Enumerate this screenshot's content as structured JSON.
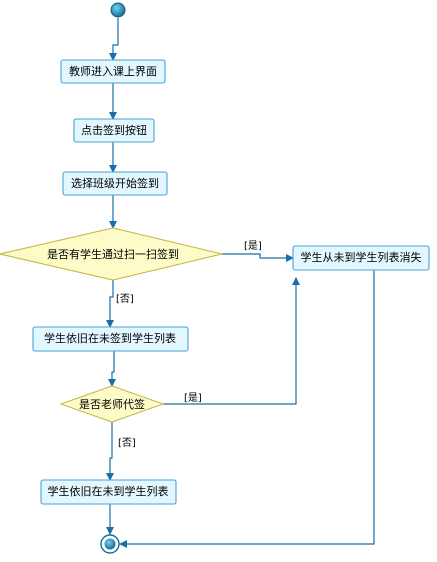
{
  "nodes": {
    "enter": "教师进入课上界面",
    "click": "点击签到按钮",
    "choose": "选择班级开始签到",
    "decision_scan": "是否有学生通过扫一扫签到",
    "remove": "学生从未到学生列表消失",
    "still1": "学生依旧在未签到学生列表",
    "decision_teacher": "是否老师代签",
    "still2": "学生依旧在未到学生列表"
  },
  "edges": {
    "yes1": "[是]",
    "no1": "[否]",
    "yes2": "[是]",
    "no2": "[否]"
  },
  "colors": {
    "line": "#1a6fa8",
    "box_fill": "#e3f7ff",
    "box_stroke": "#4aa3d6",
    "diamond_fill": "#fdfbc8",
    "diamond_stroke": "#c9b84a",
    "start_fill": "#1d8fb8"
  }
}
